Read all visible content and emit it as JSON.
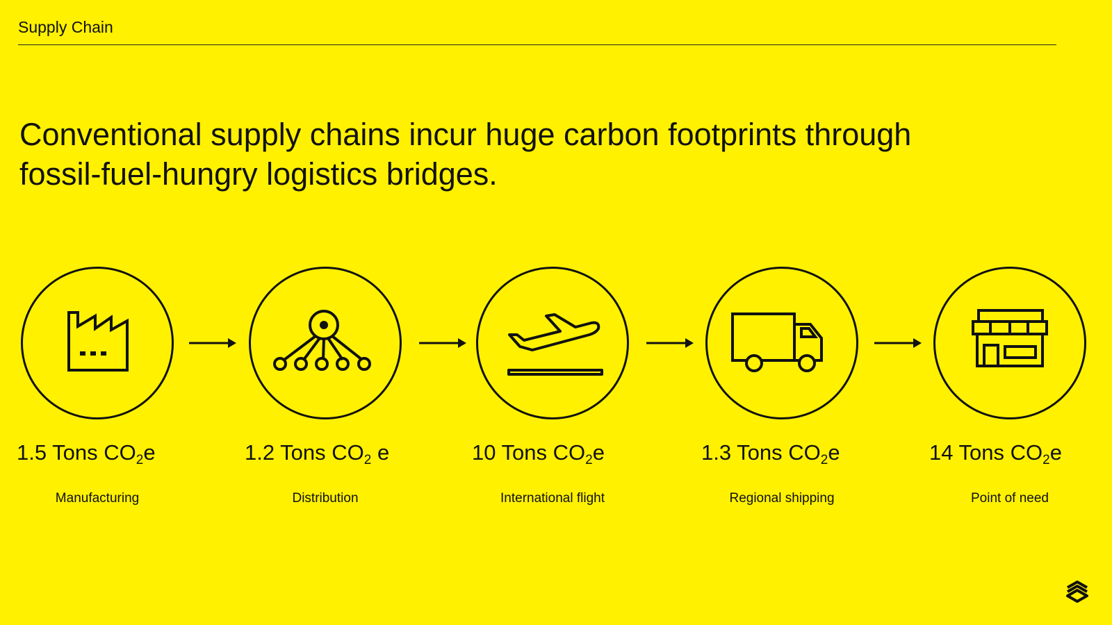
{
  "header": {
    "section_label": "Supply Chain"
  },
  "headline": "Conventional supply chains incur huge carbon footprints through fossil-fuel-hungry logistics bridges.",
  "steps": [
    {
      "amount_value": "1.5",
      "amount_unit": "Tons CO",
      "amount_sub": "2",
      "amount_suffix": "e",
      "stage": "Manufacturing",
      "icon": "factory-icon"
    },
    {
      "amount_value": "1.2",
      "amount_unit": "Tons CO",
      "amount_sub": "2",
      "amount_suffix": " e",
      "stage": "Distribution",
      "icon": "network-hub-icon"
    },
    {
      "amount_value": "10",
      "amount_unit": "Tons CO",
      "amount_sub": "2",
      "amount_suffix": "e",
      "stage": "International flight",
      "icon": "airplane-takeoff-icon"
    },
    {
      "amount_value": "1.3",
      "amount_unit": "Tons CO",
      "amount_sub": "2",
      "amount_suffix": "e",
      "stage": "Regional shipping",
      "icon": "delivery-truck-icon"
    },
    {
      "amount_value": "14",
      "amount_unit": "Tons CO",
      "amount_sub": "2",
      "amount_suffix": "e",
      "stage": "Point of need",
      "icon": "storefront-icon"
    }
  ],
  "colors": {
    "background": "#fff100",
    "ink": "#111111"
  },
  "logo_icon": "stacked-layers-logo"
}
